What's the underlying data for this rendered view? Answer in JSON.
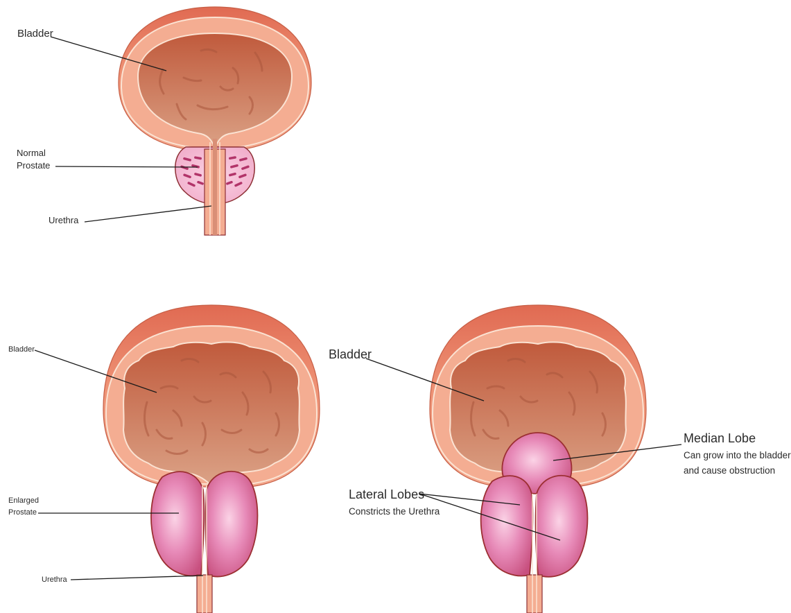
{
  "colors": {
    "bladder_wall": "#f4ad92",
    "bladder_outer": "#e4745b",
    "bladder_lumen_top": "#c05a3c",
    "bladder_lumen_bottom": "#dba286",
    "normal_prostate": "#f6bed6",
    "enlarged_prostate": "#dc6aa0",
    "prostate_outline": "#9c2f32",
    "line": "#1a1a1a"
  },
  "normal_diagram": {
    "bladder_label": "Bladder",
    "prostate_label_line1": "Normal",
    "prostate_label_line2": "Prostate",
    "urethra_label": "Urethra"
  },
  "enlarged_diagram": {
    "bladder_label": "Bladder",
    "prostate_label_line1": "Enlarged",
    "prostate_label_line2": "Prostate",
    "urethra_label": "Urethra"
  },
  "lobes_diagram": {
    "bladder_label": "Bladder",
    "median_lobe_label": "Median Lobe",
    "median_lobe_desc_line1": "Can grow into the bladder",
    "median_lobe_desc_line2": "and cause obstruction",
    "lateral_lobes_label": "Lateral Lobes",
    "lateral_lobes_desc": "Constricts the Urethra"
  }
}
